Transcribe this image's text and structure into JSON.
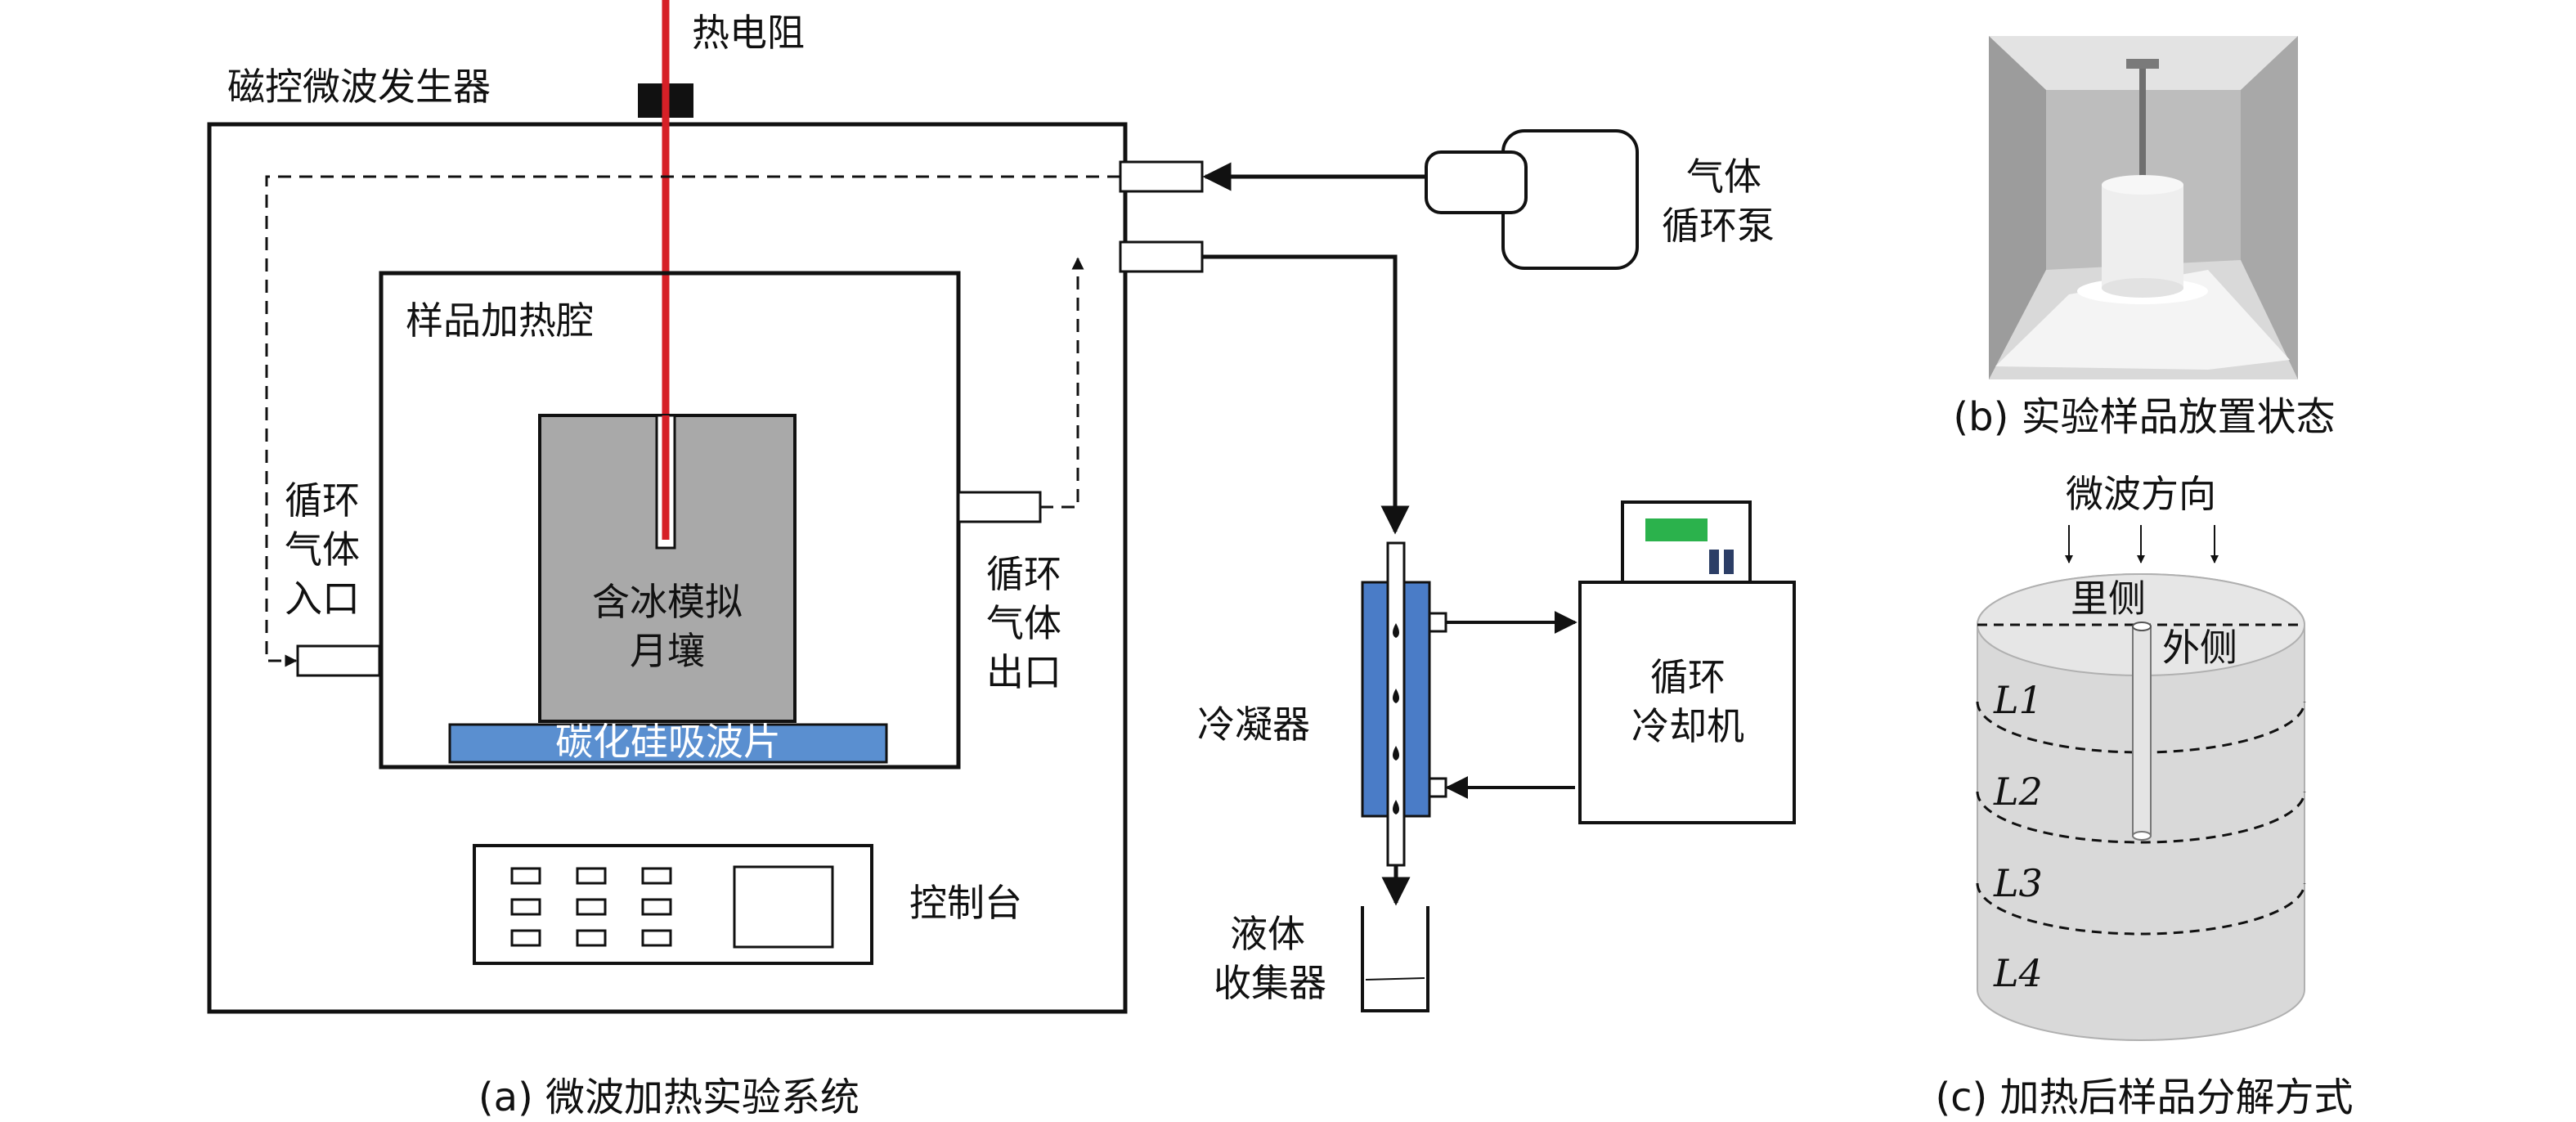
{
  "panel_a": {
    "caption": "(a) 微波加热实验系统",
    "magnetron_label": "磁控微波发生器",
    "thermistor_label": "热电阻",
    "cavity_label": "样品加热腔",
    "sample_label_line1": "含冰模拟",
    "sample_label_line2": "月壤",
    "sic_plate_label": "碳化硅吸波片",
    "inlet_label_line1": "循环",
    "inlet_label_line2": "气体",
    "inlet_label_line3": "入口",
    "outlet_label_line1": "循环",
    "outlet_label_line2": "气体",
    "outlet_label_line3": "出口",
    "pump_label_line1": "气体",
    "pump_label_line2": "循环泵",
    "condenser_label": "冷凝器",
    "chiller_label_line1": "循环",
    "chiller_label_line2": "冷却机",
    "collector_label_line1": "液体",
    "collector_label_line2": "收集器",
    "console_label": "控制台"
  },
  "panel_b": {
    "caption": "(b) 实验样品放置状态"
  },
  "panel_c": {
    "caption": "(c) 加热后样品分解方式",
    "microwave_direction": "微波方向",
    "inner_label": "里侧",
    "outer_label": "外侧",
    "layers": [
      "L1",
      "L2",
      "L3",
      "L4"
    ]
  },
  "colors": {
    "thermistor_wire": "#d62027",
    "sic_plate": "#5a8fd0",
    "sample_block": "#a9a9a9",
    "condenser_body": "#4a7cc7",
    "chiller_display": "#2bb24c",
    "cylinder": "#d9d9d9"
  }
}
